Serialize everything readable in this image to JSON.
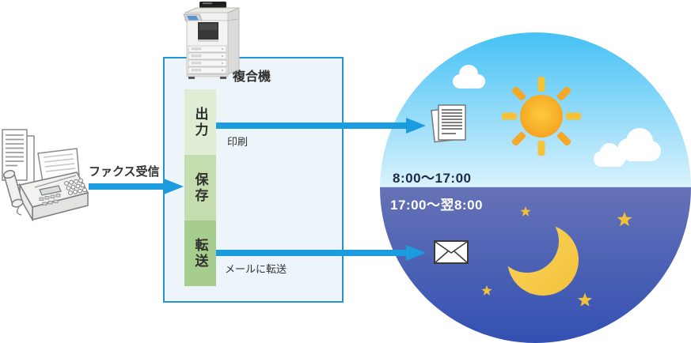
{
  "colors": {
    "arrow_blue": "#1B9CDE",
    "box_border": "#2097D4",
    "box_bg": "#EDF5FA",
    "option_green_1": "#DFEDD4",
    "option_green_2": "#C5DDAE",
    "option_green_3": "#A7CD8E",
    "day_sky_top": "#45C1F5",
    "day_sky_bottom": "#D9F2FD",
    "night_sky_top": "#6672B6",
    "night_sky_bottom": "#3351B3",
    "day_text": "#1D2B46",
    "night_text": "#FFFFFF",
    "label_text": "#333333",
    "sun_color": "#F7A823",
    "moon_color": "#F7CC4C",
    "star_color": "#F2C13A"
  },
  "fax_source": {
    "arrow_label": "ファクス受信",
    "icons": {
      "documents": "stacked-documents-icon",
      "fax": "fax-machine-icon"
    }
  },
  "mfp": {
    "title": "複合機",
    "icon": "multifunction-printer-icon",
    "options": [
      {
        "label": "出力",
        "note": "印刷"
      },
      {
        "label": "保存",
        "note": ""
      },
      {
        "label": "転送",
        "note": "メールに転送"
      }
    ]
  },
  "schedule": {
    "day": {
      "time_range": "8:00〜17:00",
      "icons": [
        "printed-document-icon",
        "sun-icon",
        "cloud-icon"
      ]
    },
    "night": {
      "time_range": "17:00〜翌8:00",
      "icons": [
        "envelope-icon",
        "moon-icon",
        "star-icon"
      ]
    }
  }
}
